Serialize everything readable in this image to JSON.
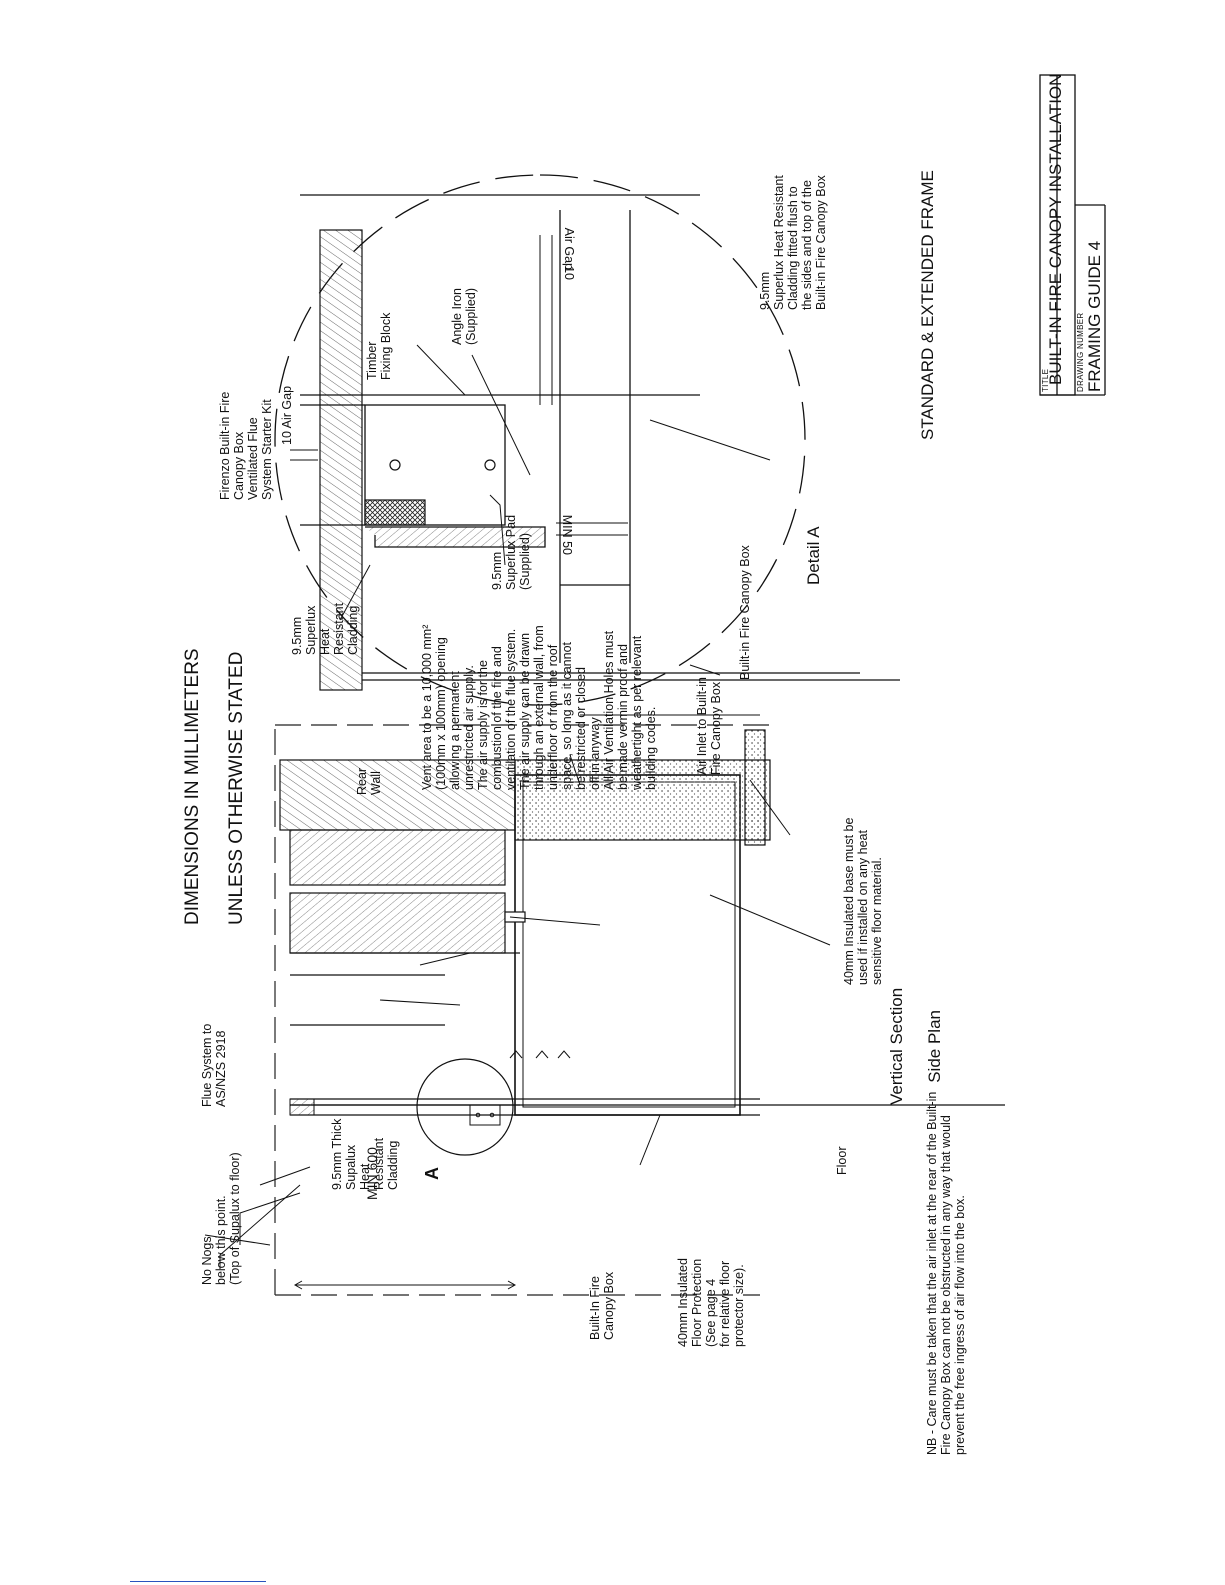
{
  "header": {
    "line1": "DIMENSIONS IN MILLIMETERS",
    "line2": "UNLESS OTHERWISE STATED"
  },
  "section": {
    "title_line1": "Vertical Section",
    "title_line2": "Side Plan"
  },
  "labels": {
    "kit": "Firenzo Built-in Fire\nCanopy Box\nVentilated Flue\nSystem Starter Kit",
    "flue": "Flue System to\nAS/NZS 2918",
    "nogs": "No Nogs\nbelow this point.\n(Top of Supalux to floor)",
    "supalux": "9.5mm Thick\nSupalux\nHeat\nResistant\nCladding",
    "rear_wall": "Rear\nWall",
    "vent": "Vent area to be a 10,000 mm²\n(100mm x 100mm) opening\nallowing a permanent\nunrestricted air supply.\nThe air supply is for the\ncombustion of the fire and\nventilation of the flue system.\nThe air supply can be drawn\nthrough an external wall, from\nunderfloor or from the roof\nspace, so long as it cannot\nbe restricted or closed\noff in anyway\nAll Air Ventilation Holes must\nbe made vermin proof and\nweathertight as per relevant\nbuilding codes.",
    "air_inlet": "Air Inlet to Built-in\nFire Canopy Box",
    "canopy_box": "Built-In Fire\nCanopy Box",
    "floor": "Floor",
    "floor_protection": "40mm Insulated\nFloor Protection\n(See page 4\nfor relative floor\nprotector size).",
    "insulated_base": "40mm Insulated base must be\nused if installed on any heat\nsensitive floor material.",
    "min600": "MIN 600",
    "detail_marker": "A",
    "note": "NB - Care must be taken that the air inlet at the rear of the Built-in\nFire Canopy Box can not be obstructed in any way that would\nprevent the free ingress of air flow into the box."
  },
  "detail": {
    "title": "Detail A",
    "air_gap_top": "10 Air Gap",
    "timber": "Timber\nFixing Block",
    "angle_iron": "Angle Iron\n(Supplied)",
    "air_gap_right_num": "10",
    "air_gap_right_text": "Air Gap",
    "cladding": "9.5mm\nSuperlux\nHeat\nResistant\nCladding",
    "pad": "9.5mm\nSuperlux Pad\n(Supplied)",
    "min50": "MIN 50",
    "canopy_box": "Built-in Fire Canopy Box",
    "superlux_flush": "9.5mm\nSuperlux Heat Resistant\nCladding fitted flush to\nthe sides and top of the\nBuilt-in Fire Canopy Box"
  },
  "frame": "STANDARD & EXTENDED FRAME",
  "title_block": {
    "title_label": "TITLE",
    "title": "BUILT-IN FIRE CANOPY INSTALLATION",
    "drawing_label": "DRAWING NUMBER",
    "drawing": "FRAMING GUIDE 4"
  }
}
